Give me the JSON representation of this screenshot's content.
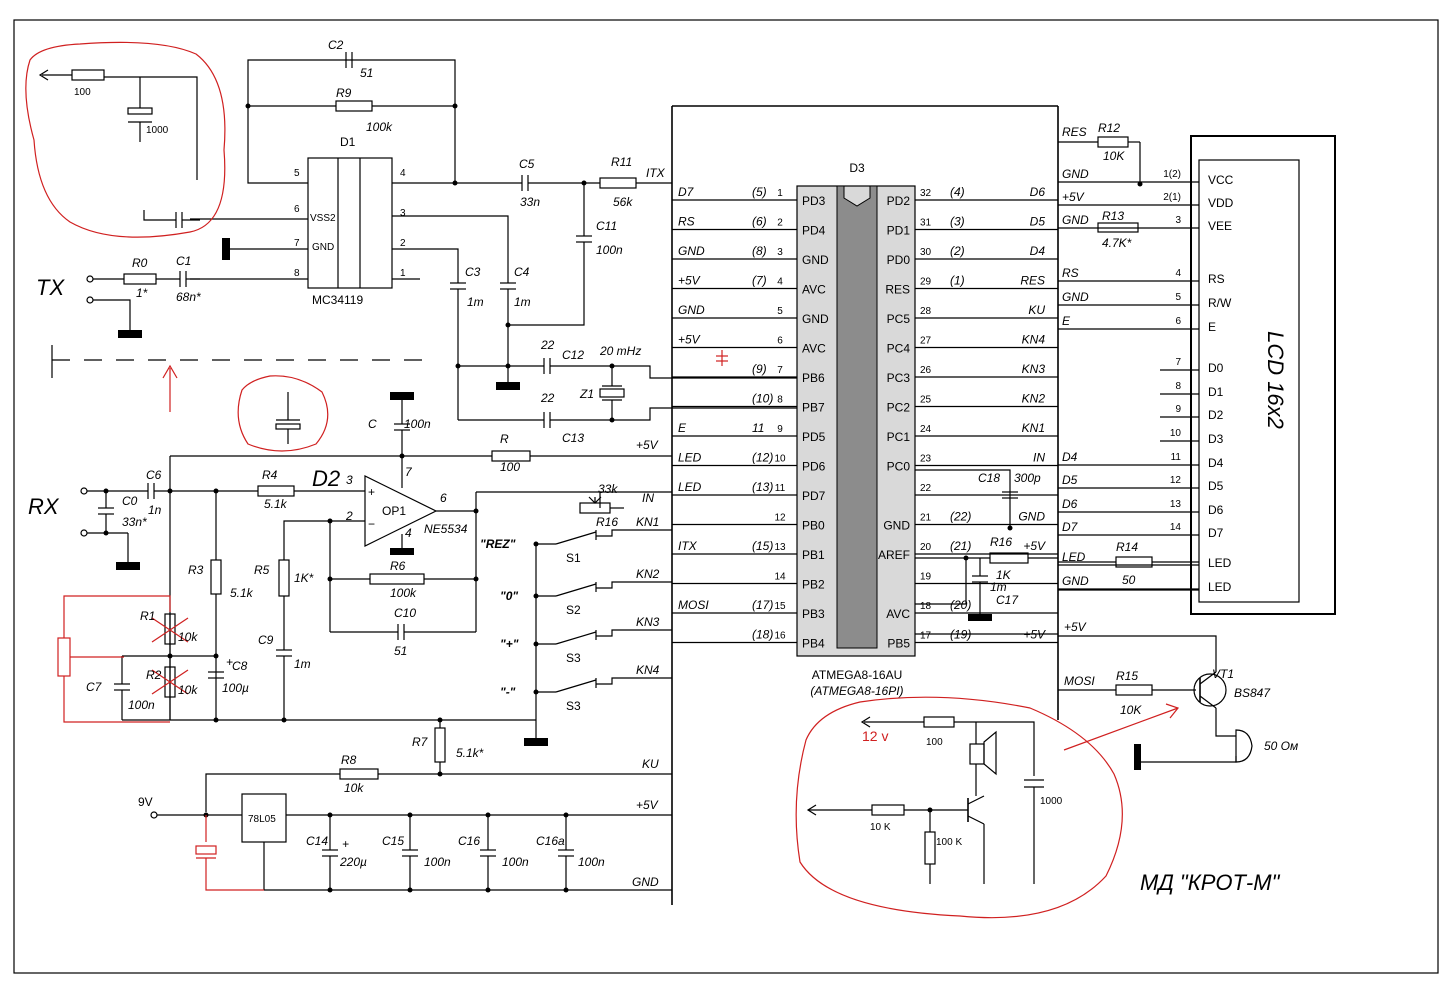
{
  "title": "МД \"КРОТ-М\"",
  "ics": {
    "d1": {
      "ref": "D1",
      "part": "MC34119",
      "pins": {
        "vss2": "VSS2",
        "gnd": "GND"
      }
    },
    "d2": {
      "ref": "D2",
      "op": "OP1",
      "part": "NE5534"
    },
    "d3": {
      "ref": "D3",
      "part": "ATMEGA8-16AU",
      "part_alt": "(ATMEGA8-16PI)"
    },
    "lcd": {
      "label": "LCD 16x2"
    }
  },
  "ports": {
    "tx": "TX",
    "rx": "RX",
    "v9": "9V",
    "reg": "78L05"
  },
  "mcu_left_pins": [
    {
      "n": "1",
      "alt": "(5)",
      "name": "PD3",
      "net": "D7"
    },
    {
      "n": "2",
      "alt": "(6)",
      "name": "PD4",
      "net": "RS"
    },
    {
      "n": "3",
      "alt": "(8)",
      "name": "GND",
      "net": "GND"
    },
    {
      "n": "4",
      "alt": "(7)",
      "name": "AVC",
      "net": "+5V"
    },
    {
      "n": "5",
      "alt": "",
      "name": "GND",
      "net": "GND"
    },
    {
      "n": "6",
      "alt": "",
      "name": "AVC",
      "net": "+5V"
    },
    {
      "n": "7",
      "alt": "(9)",
      "name": "PB6",
      "net": ""
    },
    {
      "n": "8",
      "alt": "(10)",
      "name": "PB7",
      "net": ""
    },
    {
      "n": "9",
      "alt": "11",
      "name": "PD5",
      "net": "E"
    },
    {
      "n": "10",
      "alt": "(12)",
      "name": "PD6",
      "net": "LED"
    },
    {
      "n": "11",
      "alt": "(13)",
      "name": "PD7",
      "net": "LED"
    },
    {
      "n": "12",
      "alt": "",
      "name": "PB0",
      "net": ""
    },
    {
      "n": "13",
      "alt": "(15)",
      "name": "PB1",
      "net": "ITX"
    },
    {
      "n": "14",
      "alt": "",
      "name": "PB2",
      "net": ""
    },
    {
      "n": "15",
      "alt": "(17)",
      "name": "PB3",
      "net": "MOSI"
    },
    {
      "n": "16",
      "alt": "(18)",
      "name": "PB4",
      "net": ""
    }
  ],
  "mcu_right_pins": [
    {
      "n": "32",
      "alt": "(4)",
      "name": "PD2",
      "net": "D6"
    },
    {
      "n": "31",
      "alt": "(3)",
      "name": "PD1",
      "net": "D5"
    },
    {
      "n": "30",
      "alt": "(2)",
      "name": "PD0",
      "net": "D4"
    },
    {
      "n": "29",
      "alt": "(1)",
      "name": "RES",
      "net": "RES"
    },
    {
      "n": "28",
      "alt": "",
      "name": "PC5",
      "net": "KU"
    },
    {
      "n": "27",
      "alt": "",
      "name": "PC4",
      "net": "KN4"
    },
    {
      "n": "26",
      "alt": "",
      "name": "PC3",
      "net": "KN3"
    },
    {
      "n": "25",
      "alt": "",
      "name": "PC2",
      "net": "KN2"
    },
    {
      "n": "24",
      "alt": "",
      "name": "PC1",
      "net": "KN1"
    },
    {
      "n": "23",
      "alt": "",
      "name": "PC0",
      "net": "IN"
    },
    {
      "n": "22",
      "alt": "",
      "name": "",
      "net": ""
    },
    {
      "n": "21",
      "alt": "(22)",
      "name": "GND",
      "net": "GND"
    },
    {
      "n": "20",
      "alt": "(21)",
      "name": "AREF",
      "net": "+5V"
    },
    {
      "n": "19",
      "alt": "",
      "name": "",
      "net": ""
    },
    {
      "n": "18",
      "alt": "(20)",
      "name": "AVC",
      "net": ""
    },
    {
      "n": "17",
      "alt": "(19)",
      "name": "PB5",
      "net": "+5V"
    }
  ],
  "lcd_pins": [
    {
      "n": "1(2)",
      "name": "VCC",
      "net": "GND"
    },
    {
      "n": "2(1)",
      "name": "VDD",
      "net": "+5V"
    },
    {
      "n": "3",
      "name": "VEE",
      "net": "GND"
    },
    {
      "n": "4",
      "name": "RS",
      "net": "RS"
    },
    {
      "n": "5",
      "name": "R/W",
      "net": "GND"
    },
    {
      "n": "6",
      "name": "E",
      "net": "E"
    },
    {
      "n": "7",
      "name": "D0",
      "net": ""
    },
    {
      "n": "8",
      "name": "D1",
      "net": ""
    },
    {
      "n": "9",
      "name": "D2",
      "net": ""
    },
    {
      "n": "10",
      "name": "D3",
      "net": ""
    },
    {
      "n": "11",
      "name": "D4",
      "net": "D4"
    },
    {
      "n": "12",
      "name": "D5",
      "net": "D5"
    },
    {
      "n": "13",
      "name": "D6",
      "net": "D6"
    },
    {
      "n": "14",
      "name": "D7",
      "net": "D7"
    },
    {
      "n": "",
      "name": "LED",
      "net": "LED"
    },
    {
      "n": "",
      "name": "LED",
      "net": "GND"
    }
  ],
  "components": {
    "c2": {
      "ref": "C2",
      "val": "51"
    },
    "r9": {
      "ref": "R9",
      "val": "100k"
    },
    "c5": {
      "ref": "C5",
      "val": "33n"
    },
    "r11": {
      "ref": "R11",
      "val": "56k"
    },
    "c11": {
      "ref": "C11",
      "val": "100n"
    },
    "r0": {
      "ref": "R0",
      "val": "1*"
    },
    "c1": {
      "ref": "C1",
      "val": "68n*"
    },
    "c3": {
      "ref": "C3",
      "val": "1m"
    },
    "c4": {
      "ref": "C4",
      "val": "1m"
    },
    "c12": {
      "ref": "C12",
      "val": "22"
    },
    "c13": {
      "ref": "C13",
      "val": "22"
    },
    "z1": {
      "ref": "Z1",
      "val": "20 mHz"
    },
    "c": {
      "ref": "C",
      "val": "100n"
    },
    "r": {
      "ref": "R",
      "val": "100"
    },
    "c6": {
      "ref": "C6",
      "val": "1n"
    },
    "c0": {
      "ref": "C0",
      "val": "33n*"
    },
    "r4": {
      "ref": "R4",
      "val": "5.1k"
    },
    "r3": {
      "ref": "R3",
      "val": "5.1k"
    },
    "r5": {
      "ref": "R5",
      "val": "1K*"
    },
    "r6": {
      "ref": "R6",
      "val": "100k"
    },
    "c10": {
      "ref": "C10",
      "val": "51"
    },
    "c9": {
      "ref": "C9",
      "val": "1m"
    },
    "r1": {
      "ref": "R1",
      "val": "10k"
    },
    "r2": {
      "ref": "R2",
      "val": "10k"
    },
    "c7": {
      "ref": "C7",
      "val": "100n"
    },
    "c8": {
      "ref": "C8",
      "val": "100µ"
    },
    "r16": {
      "ref": "R16",
      "val": "33k"
    },
    "r7": {
      "ref": "R7",
      "val": "5.1k*"
    },
    "r8": {
      "ref": "R8",
      "val": "10k"
    },
    "c14": {
      "ref": "C14",
      "val": "220µ"
    },
    "c15": {
      "ref": "C15",
      "val": "100n"
    },
    "c16": {
      "ref": "C16",
      "val": "100n"
    },
    "c16a": {
      "ref": "C16a",
      "val": "100n"
    },
    "r12": {
      "ref": "R12",
      "val": "10K"
    },
    "r13": {
      "ref": "R13",
      "val": "4.7K*"
    },
    "c18": {
      "ref": "C18",
      "val": "300p"
    },
    "r16b": {
      "ref": "R16",
      "val": "1K"
    },
    "c17": {
      "ref": "C17",
      "val": "1m"
    },
    "r14": {
      "ref": "R14",
      "val": "50"
    },
    "r15": {
      "ref": "R15",
      "val": "10K"
    },
    "vt1": {
      "ref": "VT1",
      "val": "BS847"
    },
    "spk": {
      "val": "50 Ом"
    }
  },
  "switches": [
    {
      "ref": "S1",
      "key": "\"REZ\"",
      "net": "KN1"
    },
    {
      "ref": "S2",
      "key": "\"0\"",
      "net": "KN2"
    },
    {
      "ref": "S3",
      "key": "\"+\"",
      "net": "KN3"
    },
    {
      "ref": "S3",
      "key": "\"-\"",
      "net": "KN4"
    }
  ],
  "nets": {
    "p5v": "+5V",
    "gnd": "GND",
    "ku": "KU",
    "in": "IN",
    "itx": "ITX",
    "mosi": "MOSI",
    "res": "RES"
  },
  "d1_pins": [
    "5",
    "6",
    "7",
    "8",
    "4",
    "3",
    "2",
    "1"
  ],
  "d2_pins": {
    "p3": "3",
    "p2": "2",
    "p7": "7",
    "p4": "4",
    "p6": "6"
  },
  "annotations": {
    "r100": "100",
    "c1000a": "1000",
    "v12": "12 v",
    "r100b": "100",
    "c1000b": "1000",
    "r10k": "10 K",
    "r100k": "100 K"
  }
}
